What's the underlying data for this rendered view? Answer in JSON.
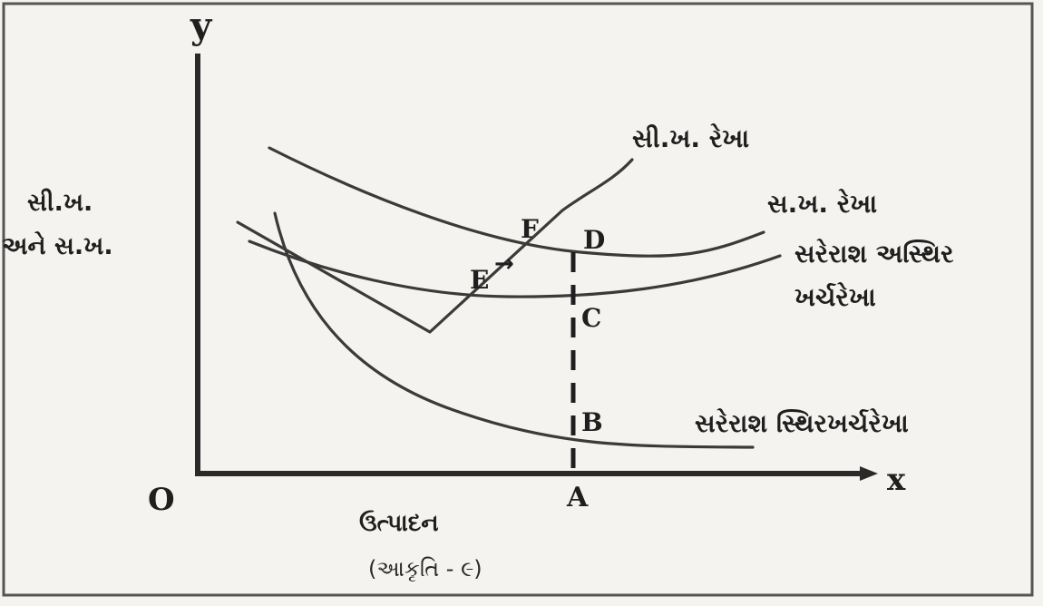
{
  "diagram": {
    "axis_y_label": "y",
    "axis_x_label": "x",
    "origin_label": "O",
    "y_axis_title_line1": "સી.ખ.",
    "y_axis_title_line2": "અને સ.ખ.",
    "x_axis_title": "ઉત્પાદન",
    "caption": "(આકૃતિ - ૯)",
    "curves": {
      "mc": "સી.ખ. રેખા",
      "ac": "સ.ખ. રેખા",
      "avc_line1": "સરેરાશ અસ્થિર",
      "avc_line2": "ખર્ચરેખા",
      "afc": "સરેરાશ સ્થિરખર્ચરેખા"
    },
    "points": {
      "A": "A",
      "B": "B",
      "C": "C",
      "D": "D",
      "E": "E",
      "F": "F"
    },
    "arrow_glyph": "→"
  },
  "colors": {
    "background": "#f4f3ef",
    "ink": "#2a2a2a",
    "frame": "#555555"
  }
}
